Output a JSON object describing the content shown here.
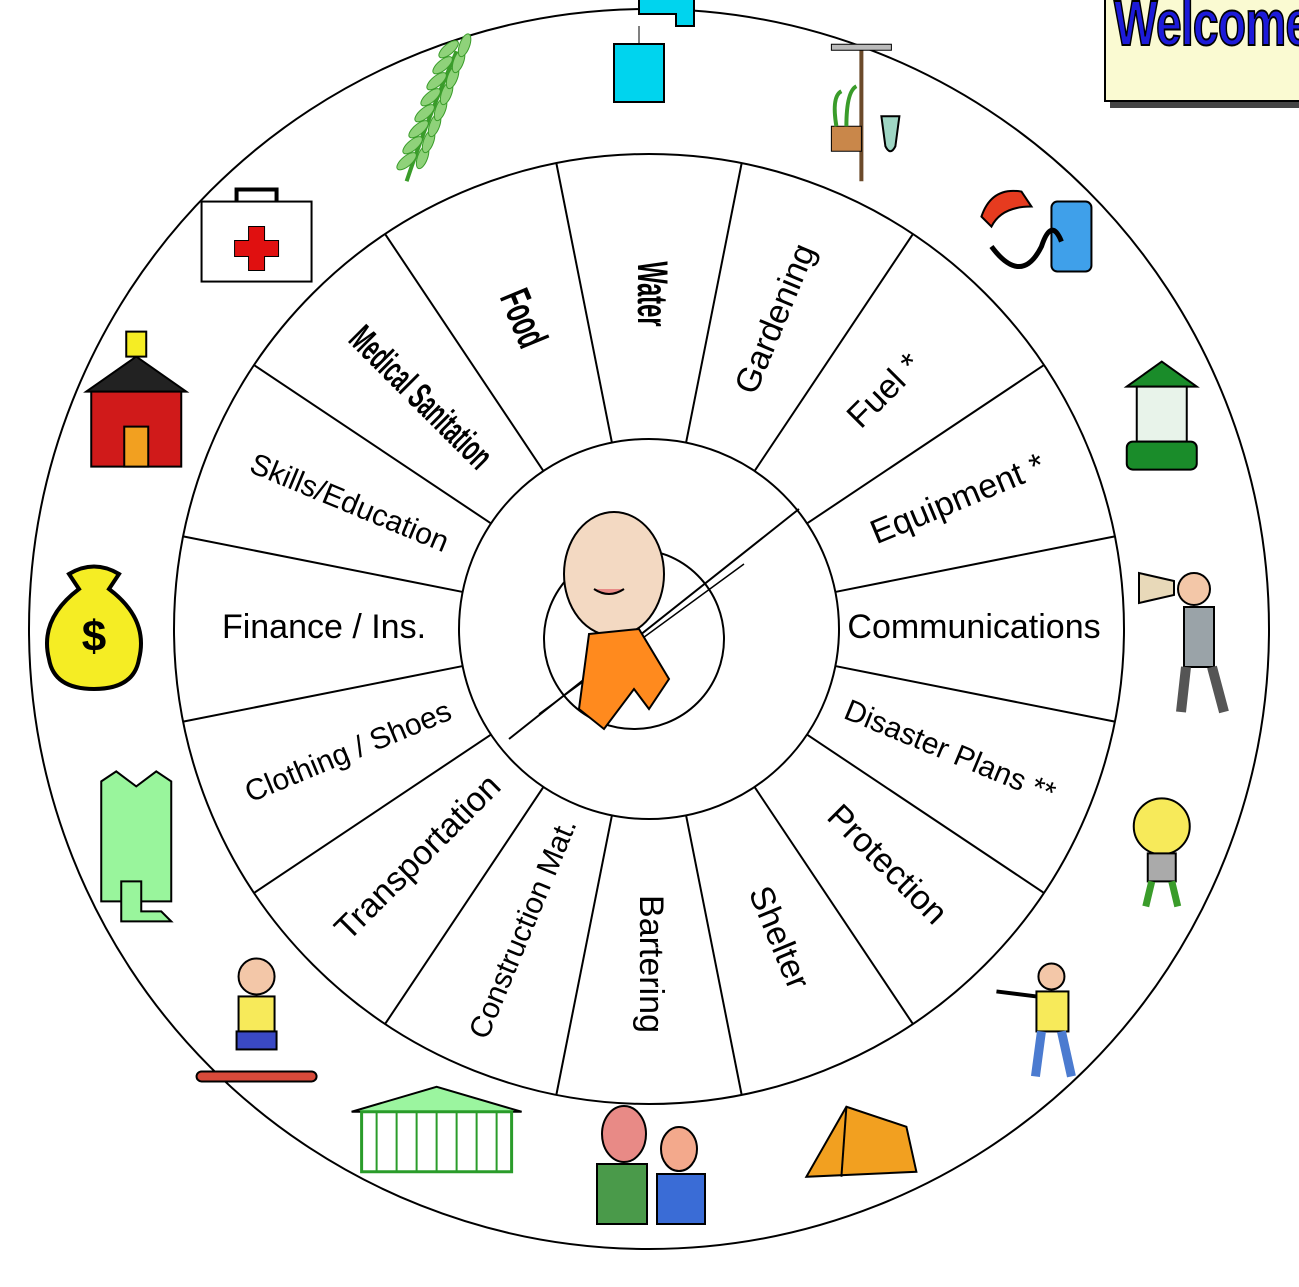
{
  "welcome": "Welcome",
  "segments": [
    {
      "label": "Water",
      "bold": true
    },
    {
      "label": "Gardening",
      "bold": false
    },
    {
      "label": "Fuel *",
      "bold": false
    },
    {
      "label": "Equipment *",
      "bold": false
    },
    {
      "label": "Communications",
      "bold": false
    },
    {
      "label": "Disaster Plans **",
      "bold": false
    },
    {
      "label": "Protection",
      "bold": false
    },
    {
      "label": "Shelter",
      "bold": false
    },
    {
      "label": "Bartering",
      "bold": false
    },
    {
      "label": "Construction Mat.",
      "bold": false
    },
    {
      "label": "Transportation",
      "bold": false
    },
    {
      "label": "Clothing / Shoes",
      "bold": false
    },
    {
      "label": "Finance / Ins.",
      "bold": false
    },
    {
      "label": "Skills/Education",
      "bold": false
    },
    {
      "label": "Medical  Sanitation",
      "bold": true
    },
    {
      "label": "Food",
      "bold": true
    }
  ],
  "icons": [
    "water-faucet-icon",
    "garden-tools-icon",
    "fuel-pump-icon",
    "lantern-icon",
    "megaphone-man-icon",
    "lightbulb-character-icon",
    "armed-man-icon",
    "tent-icon",
    "arguing-men-icon",
    "building-frame-icon",
    "skateboarder-icon",
    "clothing-icon",
    "money-bag-icon",
    "schoolhouse-icon",
    "first-aid-kit-icon",
    "wheat-icon"
  ],
  "center_icon": "humpty-dumpty-icon",
  "colors": {
    "welcome_text": "#1d1bd9",
    "welcome_box": "#fafad2",
    "water": "#00d4ee",
    "fuel": "#e63b1f",
    "fuel_pump": "#3fa0ea",
    "lantern": "#1a8c2a",
    "clothing": "#99f59c",
    "money": "#f5ed24",
    "schoolhouse": "#d01a1a",
    "tent": "#f2a020",
    "humpty": "#ff8a1e",
    "wheat": "#3a9c2a"
  }
}
